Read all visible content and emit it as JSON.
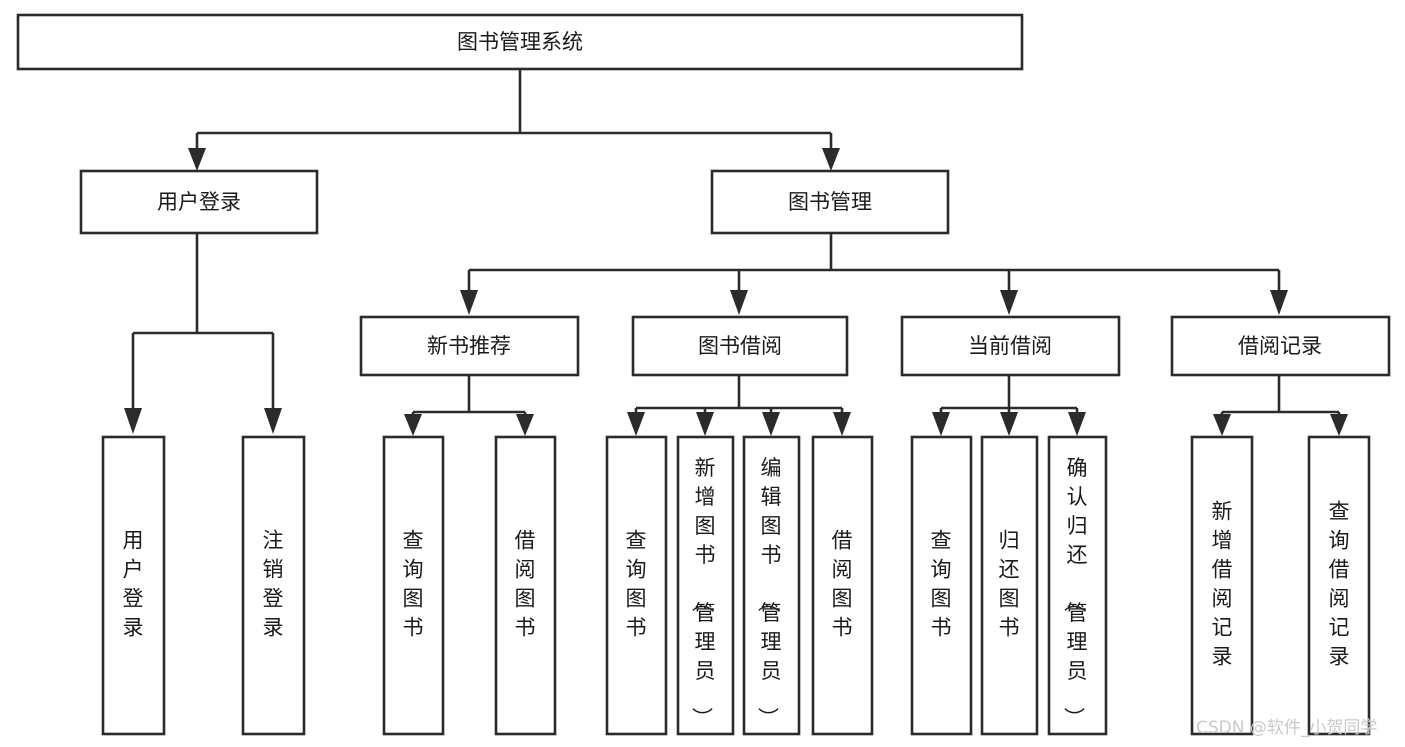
{
  "diagram": {
    "title": "图书管理系统",
    "type": "tree",
    "orientation": "top-down",
    "colors": {
      "background": "#ffffff",
      "stroke": "#2b2b2b",
      "fill": "#ffffff",
      "text": "#1a1a1a",
      "watermark": "#c9c9c9"
    },
    "nodes": {
      "root": {
        "label": "图书管理系统",
        "level": 1,
        "text_orientation": "horizontal"
      },
      "l2": [
        {
          "id": "user-login",
          "label": "用户登录",
          "level": 2,
          "text_orientation": "horizontal"
        },
        {
          "id": "book-manage",
          "label": "图书管理",
          "level": 2,
          "text_orientation": "horizontal"
        }
      ],
      "l3": [
        {
          "id": "new-book-rec",
          "label": "新书推荐",
          "level": 3,
          "text_orientation": "horizontal",
          "parent": "book-manage"
        },
        {
          "id": "book-borrow",
          "label": "图书借阅",
          "level": 3,
          "text_orientation": "horizontal",
          "parent": "book-manage"
        },
        {
          "id": "current-borrow",
          "label": "当前借阅",
          "level": 3,
          "text_orientation": "horizontal",
          "parent": "book-manage"
        },
        {
          "id": "borrow-record",
          "label": "借阅记录",
          "level": 3,
          "text_orientation": "horizontal",
          "parent": "book-manage"
        }
      ],
      "leaves": [
        {
          "id": "leaf-user-login",
          "label": "用户登录",
          "parent": "user-login",
          "text_orientation": "vertical"
        },
        {
          "id": "leaf-user-logout",
          "label": "注销登录",
          "parent": "user-login",
          "text_orientation": "vertical"
        },
        {
          "id": "leaf-query-book-rec",
          "label": "查询图书",
          "parent": "new-book-rec",
          "text_orientation": "vertical"
        },
        {
          "id": "leaf-borrow-book-rec",
          "label": "借阅图书",
          "parent": "new-book-rec",
          "text_orientation": "vertical"
        },
        {
          "id": "leaf-query-book-borrow",
          "label": "查询图书",
          "parent": "book-borrow",
          "text_orientation": "vertical"
        },
        {
          "id": "leaf-add-book",
          "label": "新增图书（管理员）",
          "parent": "book-borrow",
          "text_orientation": "vertical"
        },
        {
          "id": "leaf-edit-book",
          "label": "编辑图书（管理员）",
          "parent": "book-borrow",
          "text_orientation": "vertical"
        },
        {
          "id": "leaf-borrow-book",
          "label": "借阅图书",
          "parent": "book-borrow",
          "text_orientation": "vertical"
        },
        {
          "id": "leaf-query-book-current",
          "label": "查询图书",
          "parent": "current-borrow",
          "text_orientation": "vertical"
        },
        {
          "id": "leaf-return-book",
          "label": "归还图书",
          "parent": "current-borrow",
          "text_orientation": "vertical"
        },
        {
          "id": "leaf-confirm-return",
          "label": "确认归还（管理员）",
          "parent": "current-borrow",
          "text_orientation": "vertical"
        },
        {
          "id": "leaf-add-borrow-record",
          "label": "新增借阅记录",
          "parent": "borrow-record",
          "text_orientation": "vertical"
        },
        {
          "id": "leaf-query-borrow-record",
          "label": "查询借阅记录",
          "parent": "borrow-record",
          "text_orientation": "vertical"
        }
      ]
    },
    "watermark": "CSDN @软件_小贺同学"
  }
}
